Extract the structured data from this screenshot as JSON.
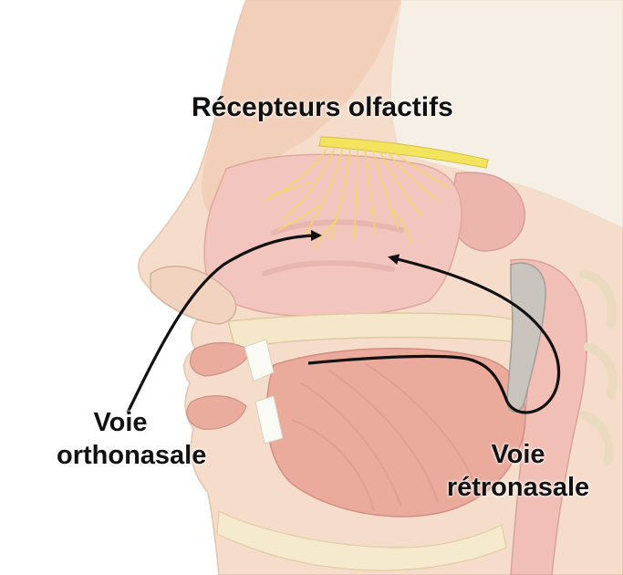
{
  "labels": {
    "receptors": "Récepteurs olfactifs",
    "ortho_line1": "Voie",
    "ortho_line2": "orthonasale",
    "retro_line1": "Voie",
    "retro_line2": "rétronasale"
  },
  "colors": {
    "skin": "#f2cfb6",
    "muscle": "#d99a8e",
    "nasal_cavity": "#efb9b1",
    "bone": "#f3e6c4",
    "nerve": "#f0dc3c",
    "arrow": "#111111"
  }
}
